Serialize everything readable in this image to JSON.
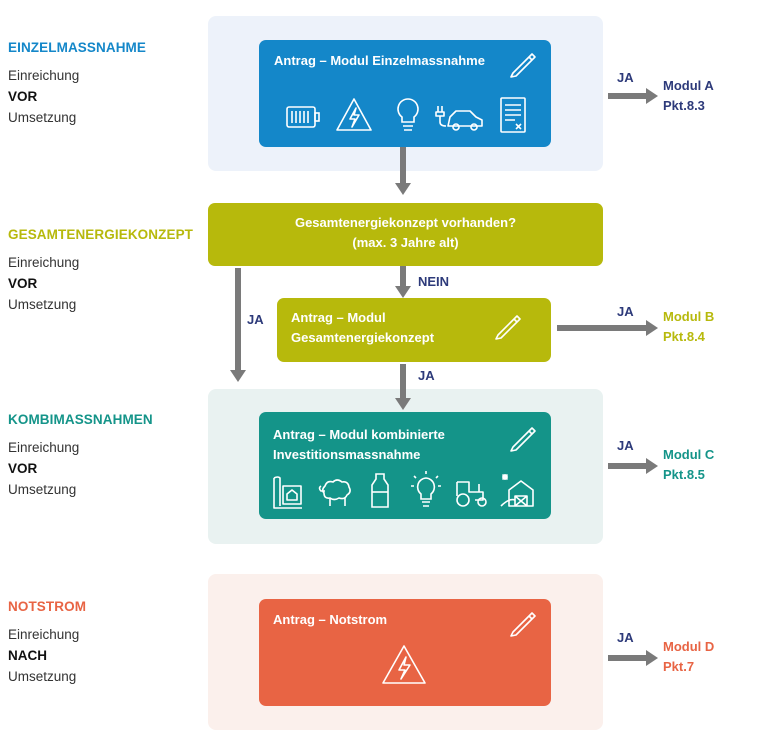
{
  "colors": {
    "blue": "#1487c9",
    "olive": "#b7b90c",
    "teal": "#149489",
    "orange": "#e86444",
    "navy": "#2d3a7a",
    "panel_blue": "#edf2fa",
    "panel_teal": "#e9f2f1",
    "panel_orange": "#fbf0ec"
  },
  "sections": [
    {
      "title": "EINZELMASSNAHME",
      "line1": "Einreichung",
      "line2": "VOR",
      "line3": "Umsetzung"
    },
    {
      "title": "GESAMTENERGIEKONZEPT",
      "line1": "Einreichung",
      "line2": "VOR",
      "line3": "Umsetzung"
    },
    {
      "title": "KOMBIMASSNAHMEN",
      "line1": "Einreichung",
      "line2": "VOR",
      "line3": "Umsetzung"
    },
    {
      "title": "NOTSTROM",
      "line1": "Einreichung",
      "line2": "NACH",
      "line3": "Umsetzung"
    }
  ],
  "boxes": {
    "einzel": {
      "title": "Antrag – Modul Einzelmassnahme",
      "icons": [
        "battery-icon",
        "high-voltage-icon",
        "light-bulb-icon",
        "electric-car-icon",
        "document-icon"
      ]
    },
    "decision": {
      "line1": "Gesamtenergiekonzept vorhanden?",
      "line2": "(max. 3 Jahre alt)"
    },
    "gek": {
      "line1": "Antrag – Modul",
      "line2": "Gesamtenergiekonzept"
    },
    "kombi": {
      "line1": "Antrag – Modul kombinierte",
      "line2": "Investitionsmassnahme",
      "icons": [
        "building-plan-icon",
        "sheep-icon",
        "milk-bottle-icon",
        "light-bulb-icon",
        "tractor-icon",
        "barn-icon"
      ]
    },
    "notstrom": {
      "title": "Antrag – Notstrom",
      "icons": [
        "high-voltage-icon"
      ]
    }
  },
  "connectors": {
    "nein": "NEIN",
    "ja_left": "JA",
    "ja_mid": "JA"
  },
  "outcomes": [
    {
      "ja": "JA",
      "line1": "Modul A",
      "line2": "Pkt.8.3"
    },
    {
      "ja": "JA",
      "line1": "Modul B",
      "line2": "Pkt.8.4"
    },
    {
      "ja": "JA",
      "line1": "Modul C",
      "line2": "Pkt.8.5"
    },
    {
      "ja": "JA",
      "line1": "Modul D",
      "line2": "Pkt.7"
    }
  ]
}
